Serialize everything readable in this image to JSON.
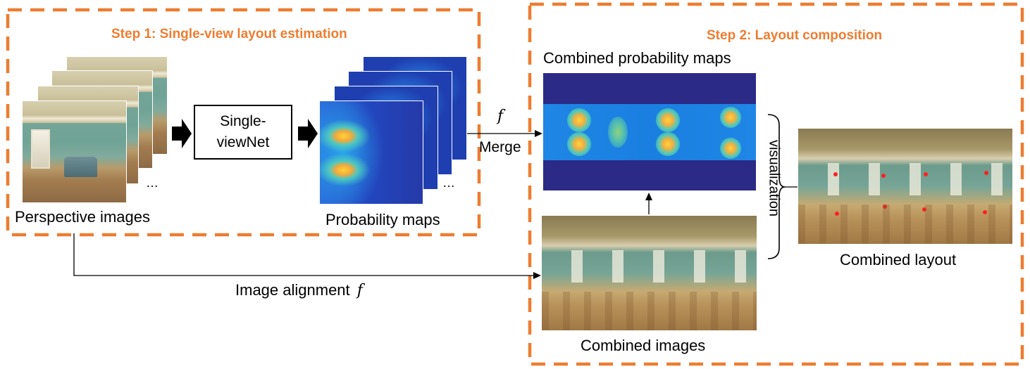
{
  "step1": {
    "title": "Step 1: Single-view layout estimation"
  },
  "step2": {
    "title": "Step 2: Layout composition"
  },
  "network": {
    "label": "Single-viewNet",
    "label_line1": "Single-",
    "label_line2": "viewNet"
  },
  "captions": {
    "perspective_images": "Perspective images",
    "probability_maps": "Probability maps",
    "combined_probability_maps": "Combined probability maps",
    "combined_images": "Combined images",
    "combined_layout": "Combined layout"
  },
  "ellipsis": "…",
  "edges": {
    "merge_symbol": "f",
    "merge_label": "Merge",
    "alignment_label": "Image alignment",
    "alignment_symbol": "f",
    "visualization_label": "visualization"
  },
  "colors": {
    "accent": "#ED7D31",
    "prob_background": "#2B2A86",
    "prob_peak": "#FFD23A"
  }
}
